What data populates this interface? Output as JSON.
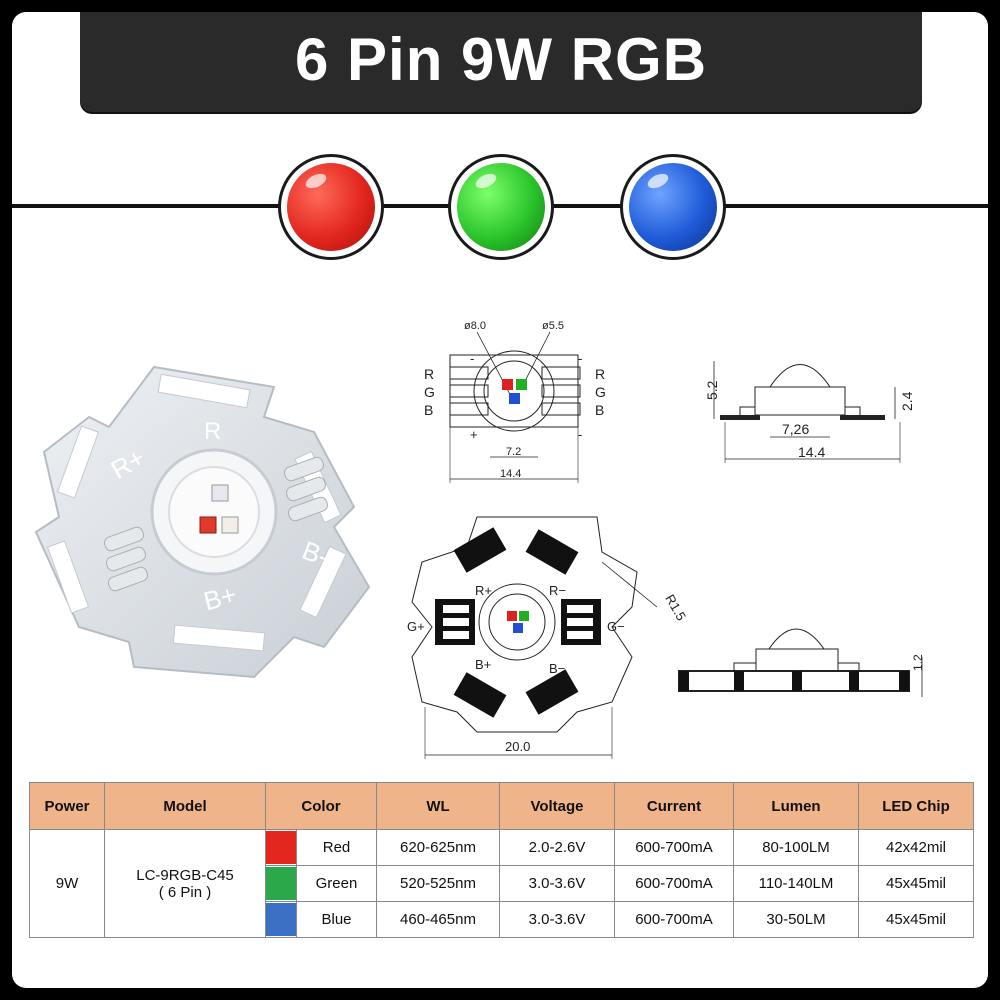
{
  "title": "6 Pin 9W RGB",
  "led_colors": {
    "red": "#e3271f",
    "green": "#2bc42b",
    "blue": "#1f5bd8"
  },
  "photo_labels": {
    "r_plus": "R+",
    "r": "R",
    "b_minus": "B-",
    "b_plus": "B+"
  },
  "drawing_top": {
    "d1": "ø8.0",
    "d2": "ø5.5",
    "left_pins": [
      "R",
      "G",
      "B"
    ],
    "right_pins": [
      "R",
      "G",
      "B"
    ],
    "minus": "-",
    "plus": "+",
    "w1": "7.2",
    "w2": "14.4"
  },
  "drawing_side": {
    "h1": "5.2",
    "h2": "2.4",
    "w1": "7,26",
    "w2": "14.4"
  },
  "drawing_star": {
    "r_plus": "R+",
    "r_minus": "R−",
    "g_plus": "G+",
    "g_minus": "G−",
    "b_plus": "B+",
    "b_minus": "B−",
    "radius": "R1.5",
    "width": "20.0"
  },
  "drawing_side2": {
    "h": "1.2"
  },
  "table": {
    "headers": [
      "Power",
      "Model",
      "Color",
      "WL",
      "Voltage",
      "Current",
      "Lumen",
      "LED Chip"
    ],
    "power": "9W",
    "model_line1": "LC-9RGB-C45",
    "model_line2": "( 6 Pin )",
    "rows": [
      {
        "swatch": "#e3271f",
        "color": "Red",
        "wl": "620-625nm",
        "voltage": "2.0-2.6V",
        "current": "600-700mA",
        "lumen": "80-100LM",
        "chip": "42x42mil"
      },
      {
        "swatch": "#2aa84a",
        "color": "Green",
        "wl": "520-525nm",
        "voltage": "3.0-3.6V",
        "current": "600-700mA",
        "lumen": "110-140LM",
        "chip": "45x45mil"
      },
      {
        "swatch": "#3a6fc4",
        "color": "Blue",
        "wl": "460-465nm",
        "voltage": "3.0-3.6V",
        "current": "600-700mA",
        "lumen": "30-50LM",
        "chip": "45x45mil"
      }
    ]
  }
}
